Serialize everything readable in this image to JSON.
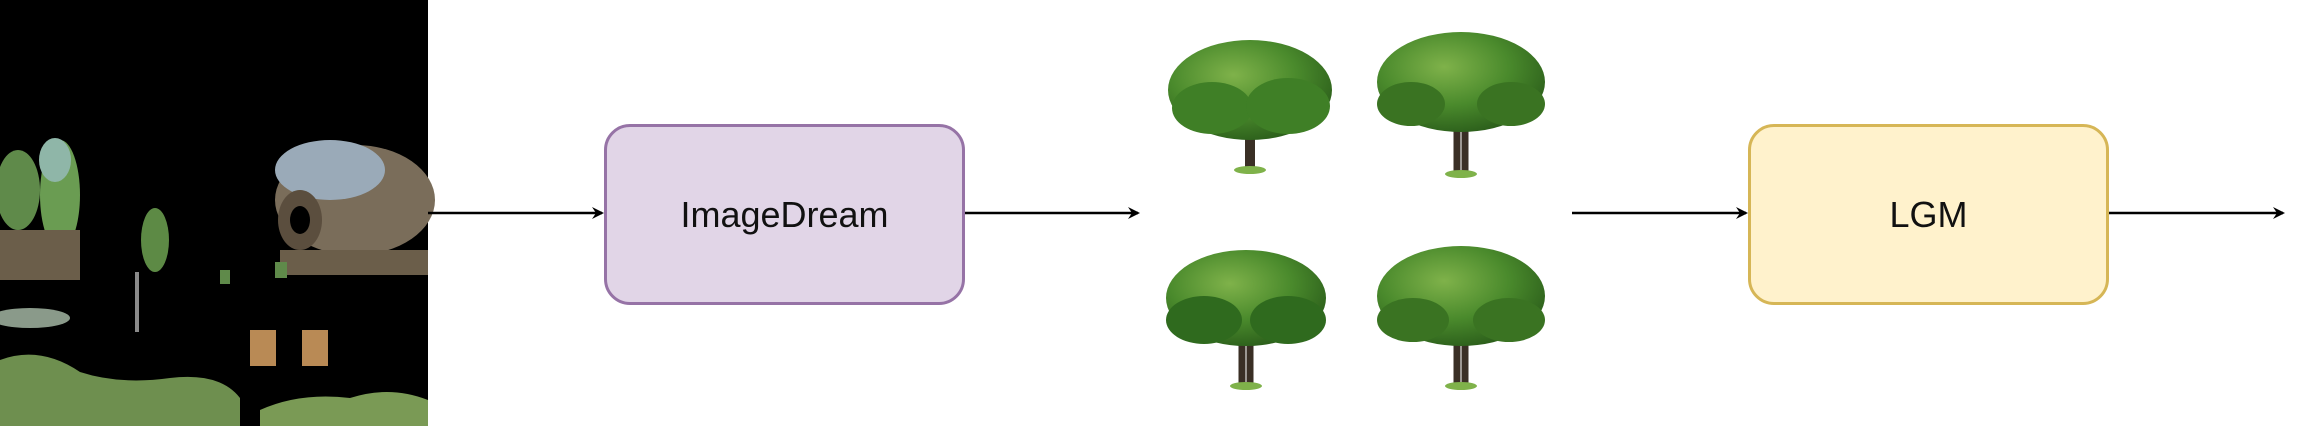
{
  "diagram": {
    "nodes": [
      {
        "id": "imagedream",
        "label": "ImageDream",
        "fill": "#e1d5e7",
        "stroke": "#9673a6"
      },
      {
        "id": "lgm",
        "label": "LGM",
        "fill": "#fff2cc",
        "stroke": "#d6b656"
      }
    ],
    "input_image": {
      "description_icon": "masked-scene-image",
      "background": "#000000"
    },
    "multiview_images": {
      "count": 4,
      "subject_icon": "tree-icon"
    },
    "edges": [
      {
        "from": "input-image",
        "to": "imagedream"
      },
      {
        "from": "imagedream",
        "to": "multiview-images"
      },
      {
        "from": "multiview-images",
        "to": "lgm"
      },
      {
        "from": "lgm",
        "to": "output"
      }
    ],
    "colors": {
      "arrow": "#000000",
      "foliage": "#3f7f26",
      "trunk": "#3a2f25"
    }
  }
}
